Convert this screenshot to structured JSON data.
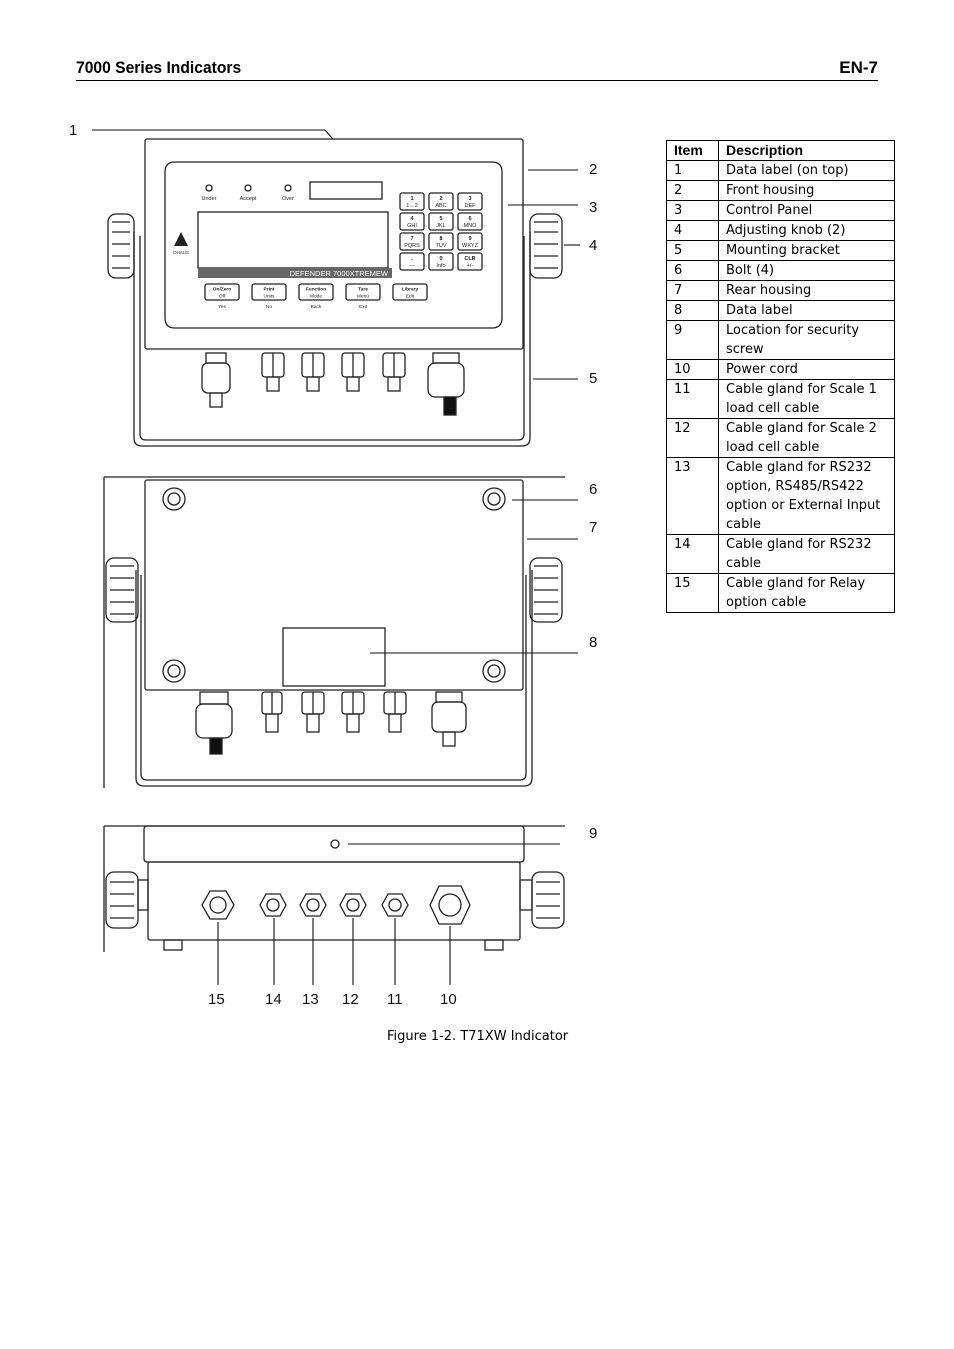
{
  "header": {
    "title": "7000 Series Indicators",
    "page": "EN-7"
  },
  "figure": {
    "caption": "Figure 1-2. T71XW Indicator",
    "callouts": [
      "1",
      "2",
      "3",
      "4",
      "5",
      "6",
      "7",
      "8",
      "9",
      "10",
      "11",
      "12",
      "13",
      "14",
      "15"
    ],
    "panel": {
      "leds": [
        "Under",
        "Accept",
        "Over"
      ],
      "brand": "DEFENDER 7000XTREMEW",
      "logo_text": "OHAUS",
      "keypad": [
        {
          "n": "1",
          "l": "1→2"
        },
        {
          "n": "2",
          "l": "ABC"
        },
        {
          "n": "3",
          "l": "DEF"
        },
        {
          "n": "4",
          "l": "GHI"
        },
        {
          "n": "5",
          "l": "JKL"
        },
        {
          "n": "6",
          "l": "MNO"
        },
        {
          "n": "7",
          "l": "PQRS"
        },
        {
          "n": "8",
          "l": "TUV"
        },
        {
          "n": "9",
          "l": "WXYZ"
        },
        {
          "n": ".",
          "l": "—"
        },
        {
          "n": "0",
          "l": "Info"
        },
        {
          "n": "CLR",
          "l": "+/-"
        }
      ],
      "function_keys": [
        {
          "top": "On/Zero",
          "sub": "Off",
          "under": "Yes"
        },
        {
          "top": "Print",
          "sub": "Units",
          "under": "No"
        },
        {
          "top": "Function",
          "sub": "Mode",
          "under": "Back"
        },
        {
          "top": "Tare",
          "sub": "Menu",
          "under": "Exit"
        },
        {
          "top": "Library",
          "sub": "Edit",
          "under": ""
        }
      ]
    }
  },
  "table": {
    "headers": [
      "Item",
      "Description"
    ],
    "rows": [
      [
        "1",
        "Data label (on top)"
      ],
      [
        "2",
        "Front housing"
      ],
      [
        "3",
        "Control Panel"
      ],
      [
        "4",
        "Adjusting knob (2)"
      ],
      [
        "5",
        "Mounting bracket"
      ],
      [
        "6",
        "Bolt (4)"
      ],
      [
        "7",
        "Rear housing"
      ],
      [
        "8",
        "Data label"
      ],
      [
        "9",
        "Location for security screw"
      ],
      [
        "10",
        "Power cord"
      ],
      [
        "11",
        "Cable gland for Scale 1 load cell cable"
      ],
      [
        "12",
        "Cable gland for Scale 2 load cell cable"
      ],
      [
        "13",
        "Cable gland for RS232 option, RS485/RS422 option or External Input cable"
      ],
      [
        "14",
        "Cable gland for RS232 cable"
      ],
      [
        "15",
        "Cable gland for Relay option cable"
      ]
    ]
  }
}
